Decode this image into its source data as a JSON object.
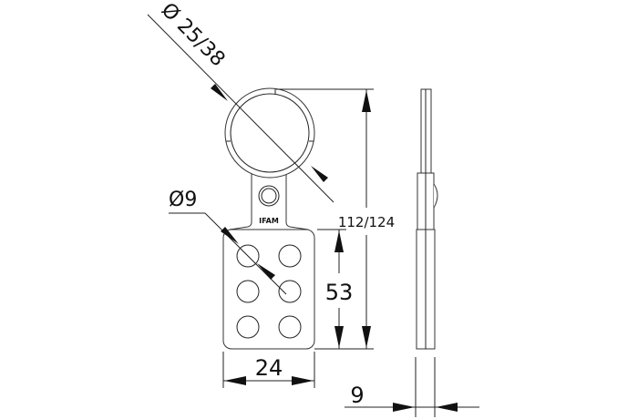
{
  "drawing": {
    "brand_mark": "IFAM",
    "dimensions": {
      "ring_diameter": "Ø 25/38",
      "hole_diameter": "Ø9",
      "overall_height": "112/124",
      "plate_height": "53",
      "plate_width": "24",
      "thickness": "9"
    },
    "colors": {
      "line": "#222222",
      "background": "#ffffff"
    }
  }
}
